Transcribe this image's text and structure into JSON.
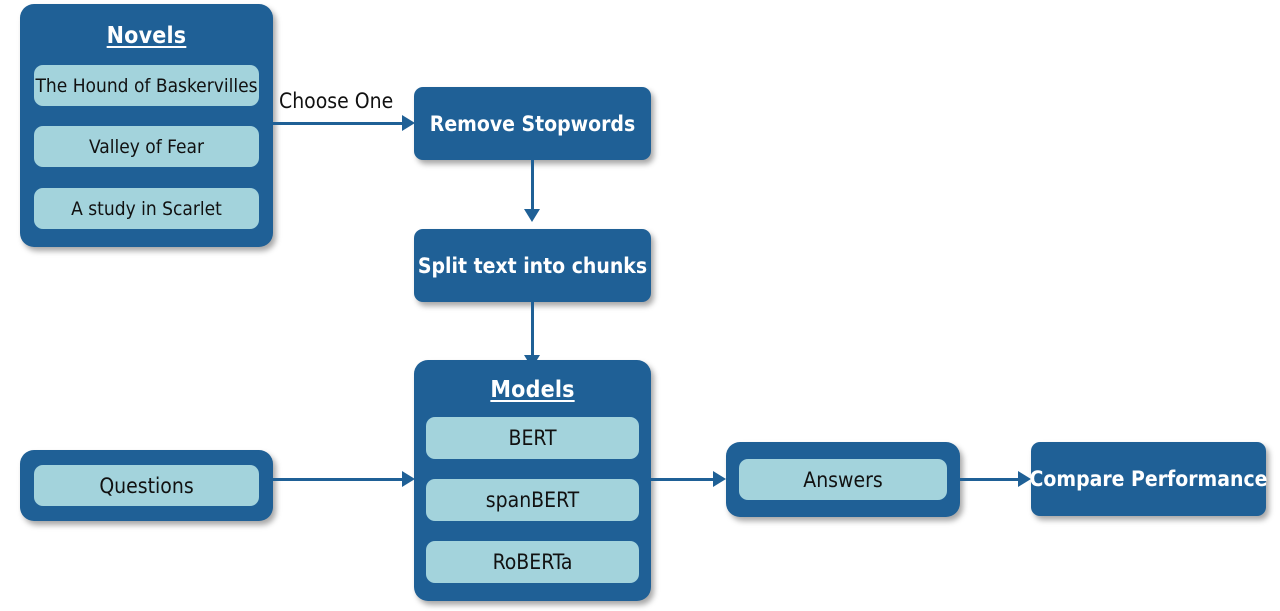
{
  "diagram": {
    "title": "Question Answering Pipeline Flowchart",
    "colors": {
      "dark_blue": "#1F6096",
      "light_blue": "#A3D3DC",
      "text_light": "#FFFFFF",
      "text_dark": "#111111",
      "background": "#FFFFFF"
    }
  },
  "novels_group": {
    "title": "Novels",
    "items": [
      {
        "label": "The Hound of Baskervilles"
      },
      {
        "label": "Valley of Fear"
      },
      {
        "label": "A study in Scarlet"
      }
    ]
  },
  "models_group": {
    "title": "Models",
    "items": [
      {
        "label": "BERT"
      },
      {
        "label": "spanBERT"
      },
      {
        "label": "RoBERTa"
      }
    ]
  },
  "process_nodes": {
    "remove_stopwords": "Remove Stopwords",
    "split_chunks": "Split text into chunks",
    "compare_performance": "Compare Performance"
  },
  "io_nodes": {
    "questions": "Questions",
    "answers": "Answers"
  },
  "edges": {
    "choose_one_label": "Choose One"
  }
}
